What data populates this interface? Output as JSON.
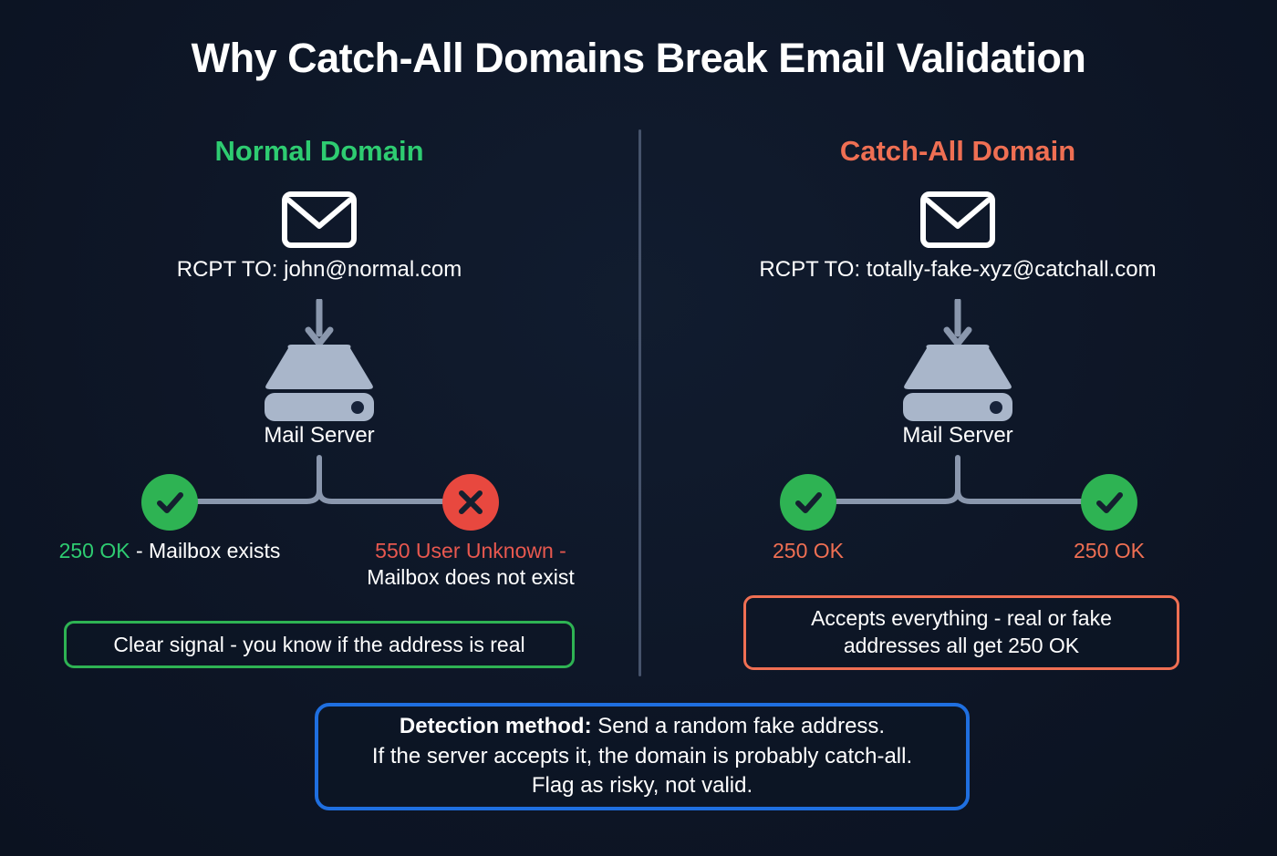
{
  "title": "Why Catch-All Domains Break Email Validation",
  "colors": {
    "background": "#0e1726",
    "green": "#2ecc71",
    "green_badge": "#2eb353",
    "coral": "#ef6f53",
    "red_badge": "#e8483f",
    "red_text": "#e8584f",
    "blue_border": "#1f6fe0",
    "arrow_gray": "#8a97ad",
    "server_body": "#a9b6ca",
    "divider": "#46536b"
  },
  "columns": {
    "normal": {
      "heading": "Normal Domain",
      "envelope_icon": "envelope-icon",
      "rcpt": "RCPT TO: john@normal.com",
      "arrow_icon": "arrow-down-icon",
      "server_icon": "server-icon",
      "server_label": "Mail Server",
      "outcomes": [
        {
          "badge": "check-circle-icon",
          "badge_state": "success",
          "code": "250 OK",
          "code_color": "green",
          "description": " - Mailbox exists"
        },
        {
          "badge": "x-circle-icon",
          "badge_state": "error",
          "code": "550 User Unknown -",
          "code_color": "red",
          "description": "Mailbox does not exist"
        }
      ],
      "callout": "Clear signal - you know if the address is real"
    },
    "catchall": {
      "heading": "Catch-All Domain",
      "envelope_icon": "envelope-icon",
      "rcpt": "RCPT TO: totally-fake-xyz@catchall.com",
      "arrow_icon": "arrow-down-icon",
      "server_icon": "server-icon",
      "server_label": "Mail Server",
      "outcomes": [
        {
          "badge": "check-circle-icon",
          "badge_state": "success",
          "code": "250 OK",
          "code_color": "coral",
          "description": ""
        },
        {
          "badge": "check-circle-icon",
          "badge_state": "success",
          "code": "250 OK",
          "code_color": "coral",
          "description": ""
        }
      ],
      "callout_line1": "Accepts everything - real or fake",
      "callout_line2": "addresses all get 250 OK"
    }
  },
  "detection": {
    "label": "Detection method:",
    "line1_rest": " Send a random fake address.",
    "line2": "If the server accepts it, the domain is probably catch-all.",
    "line3": "Flag as risky, not valid."
  }
}
